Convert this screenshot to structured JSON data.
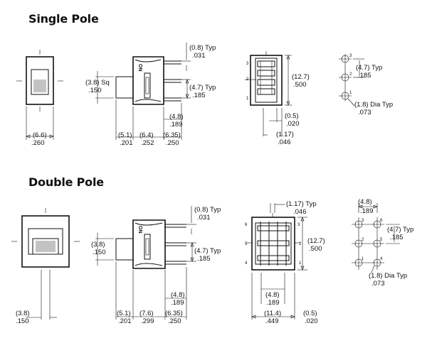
{
  "sections": [
    {
      "title": "Single Pole",
      "dimensions": {
        "body_width": [
          "(6.6)",
          ".260"
        ],
        "actuator_sq": [
          "(3.8) Sq",
          ".150"
        ],
        "actuator_travel": [
          "(5.1)",
          ".201"
        ],
        "body_depth": [
          "(6.4)",
          ".252"
        ],
        "terminal_length": [
          "(6.35)",
          ".250"
        ],
        "terminal_spacing_side": [
          "(4.8)",
          ".189"
        ],
        "terminal_thickness": [
          "(0.8) Typ",
          ".031"
        ],
        "terminal_pitch": [
          "(4.7) Typ",
          ".185"
        ],
        "body_height": [
          "(12.7)",
          ".500"
        ],
        "pin_offset": [
          "(0.5)",
          ".020"
        ],
        "pin_row_width": [
          "(1.17)",
          ".046"
        ],
        "footprint_pitch": [
          "(4.7) Typ",
          ".185"
        ],
        "hole_dia": [
          "(1.8) Dia Typ",
          ".073"
        ]
      },
      "pin_numbers": [
        "1",
        "2",
        "3"
      ],
      "on_label": "ON"
    },
    {
      "title": "Double Pole",
      "dimensions": {
        "actuator_width": [
          "(3.8)",
          ".150"
        ],
        "actuator_sq": [
          "(3.8)",
          ".150"
        ],
        "actuator_travel": [
          "(5.1)",
          ".201"
        ],
        "body_depth": [
          "(7.6)",
          ".299"
        ],
        "terminal_length": [
          "(6.35)",
          ".250"
        ],
        "terminal_spacing_side": [
          "(4.8)",
          ".189"
        ],
        "terminal_thickness": [
          "(0.8) Typ",
          ".031"
        ],
        "terminal_pitch": [
          "(4.7) Typ",
          ".185"
        ],
        "pin_width": [
          "(1.17) Typ",
          ".046"
        ],
        "body_height": [
          "(12.7)",
          ".500"
        ],
        "row_spacing": [
          "(4.8)",
          ".189"
        ],
        "body_width": [
          "(11.4)",
          ".449"
        ],
        "pin_offset": [
          "(0.5)",
          ".020"
        ],
        "footprint_spacing": [
          "(4.8)",
          ".189"
        ],
        "footprint_pitch": [
          "(4.7) Typ",
          ".185"
        ],
        "hole_dia": [
          "(1.8) Dia Typ",
          ".073"
        ]
      },
      "pin_numbers": [
        "1",
        "2",
        "3",
        "4",
        "5",
        "6"
      ],
      "on_label": "ON"
    }
  ]
}
